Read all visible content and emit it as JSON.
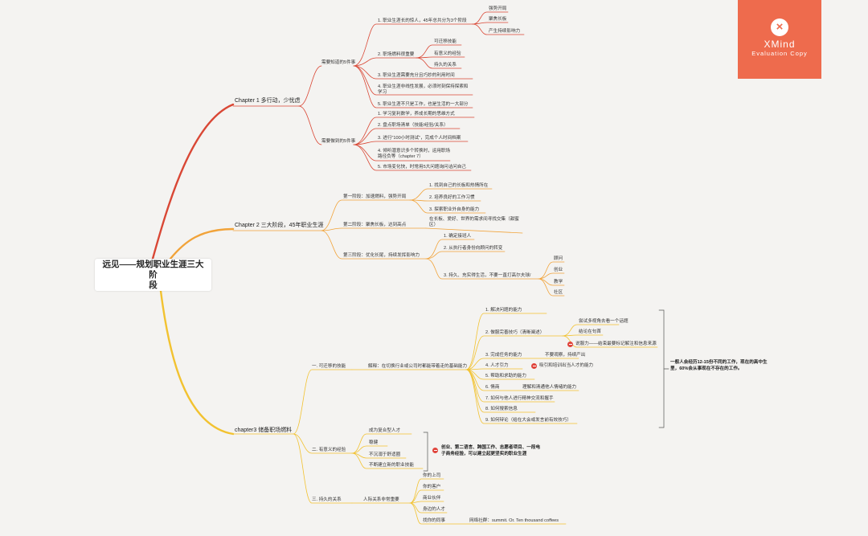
{
  "root": {
    "line1": "远见——规划职业生涯三大阶",
    "line2": "段"
  },
  "watermark": {
    "brand": "XMind",
    "subtitle": "Evaluation Copy",
    "icon": "x-icon"
  },
  "chapter1": {
    "title": "Chapter 1 多行动，少忧虑",
    "know": {
      "label": "需要知道的5件事",
      "items": [
        "1. 职业生涯长的惊人，45年总共分为3个阶段",
        "2. 职场燃料很重要",
        "3. 职业生涯需要充分且巧妙的利用时间",
        "4. 职业生涯非线性发展，必须时刻保持探索和学习",
        "5. 职业生涯不只是工作，也是生活的一大部分"
      ],
      "stages": [
        "强势开局",
        "聚焦长板",
        "产生持续影响力"
      ],
      "fuel": [
        "可迁移技能",
        "有意义的经验",
        "持久的关系"
      ]
    },
    "do": {
      "label": "需要做到的5件事",
      "items": [
        "1. 学习复利数学，养成长期的思维方式",
        "2. 盘点职场清单（技能/经验/关系）",
        "3. 进行\"100小时测试\"，完成个人时间档案",
        "4. 倾听潜意识多个转换时，运用职场路径负等（chapter 7）",
        "5. 市场变化快，时常用5大问题询问诘问自己"
      ]
    }
  },
  "chapter2": {
    "title": "Chapter 2 三大阶段，45年职业生涯",
    "s1": {
      "label": "第一阶段：加速燃料，强势开局",
      "items": [
        "1. 找到自己的长板和热情所在",
        "2. 培养良好的工作习惯",
        "3. 探索职业外自身的能力"
      ]
    },
    "s2": {
      "label": "第二阶段：聚焦长板，达到高点",
      "detail": "在长板、爱好、世界的需求间寻找交集（甜蜜区）"
    },
    "s3": {
      "label": "第三阶段：优化长尾，持续发挥影响力",
      "items": [
        "1. 确定接班人",
        "2. 从执行者身份向顾问的转变",
        "3. 持久、充实得生活，不要一直打高尔夫球/"
      ],
      "roles": [
        "顾问",
        "创业",
        "教学",
        "社区"
      ]
    }
  },
  "chapter3": {
    "title": "chapter3 储备职场燃料",
    "b1": {
      "label": "一. 可迁移的技能",
      "detail": "解释：在切换行业或公司时都能带着走的基础能力",
      "items": [
        "1. 解决问题的能力",
        "2. 做服完善技巧（清晰阐述）",
        "3. 完成任务的能力",
        "4. 人才引力",
        "5. 帮助和求助的能力",
        "6. 情商",
        "7. 如何与他人进行精神交流和握手",
        "8. 如何搜索信息",
        "9. 如何辩论（给在大会或发言前有效技巧）"
      ],
      "sub2": [
        "尝试多视角去看一个话题",
        "结论在句首",
        "说服力——结束最要标记解注和信息来源"
      ],
      "task_note": "不要观察，持续产出",
      "talent_note": "吸引和培训出当人才的能力",
      "eq_note": "理解和清通他人情绪的能力",
      "side_note": "一般人会经历12-15份不同的工作，现在的高中生里，60%会从事现在不存在的工作。"
    },
    "b2": {
      "label": "二. 有意义的经验",
      "items": [
        "成为复合型人才",
        "稳健",
        "不沉溺于舒适圈",
        "不断建立新的职业技能"
      ],
      "note": "创业、第二语言、跨国工作、志愿者项目、一段电子商务经验，可以建立起更坚实的职业生涯"
    },
    "b3": {
      "label": "三. 持久的关系",
      "detail": "人际关系非常重要",
      "items": [
        "你的上司",
        "你的客户",
        "商业伙伴",
        "身边的人才",
        "找你的同事"
      ],
      "social": "网络社群：summit. Or. Ten thousand coffees"
    }
  },
  "colors": {
    "red": "#d94735",
    "orange": "#f1a33a",
    "yellow": "#f2c230",
    "badge": "#ee6b4d",
    "bg": "#f4f3f1"
  }
}
